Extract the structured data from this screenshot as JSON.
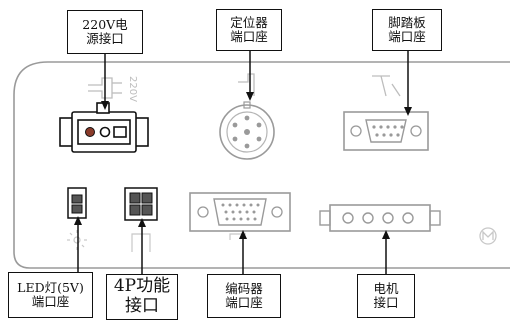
{
  "labels": {
    "power": {
      "line1": "220V电",
      "line2": "源接口"
    },
    "locator": {
      "line1": "定位器",
      "line2": "端口座"
    },
    "pedal": {
      "line1": "脚踏板",
      "line2": "端口座"
    },
    "led": {
      "line1": "LED灯(5V)",
      "line2": "端口座"
    },
    "four_pin": {
      "line1": "4P功能",
      "line2": "接口"
    },
    "encoder": {
      "line1": "编码器",
      "line2": "端口座"
    },
    "motor": {
      "line1": "电机",
      "line2": "接口"
    }
  },
  "panel_marks": {
    "voltage_text": "220V"
  },
  "colors": {
    "line": "#111111",
    "faint": "#b5b5b5",
    "panel": "#9a9a9a"
  }
}
